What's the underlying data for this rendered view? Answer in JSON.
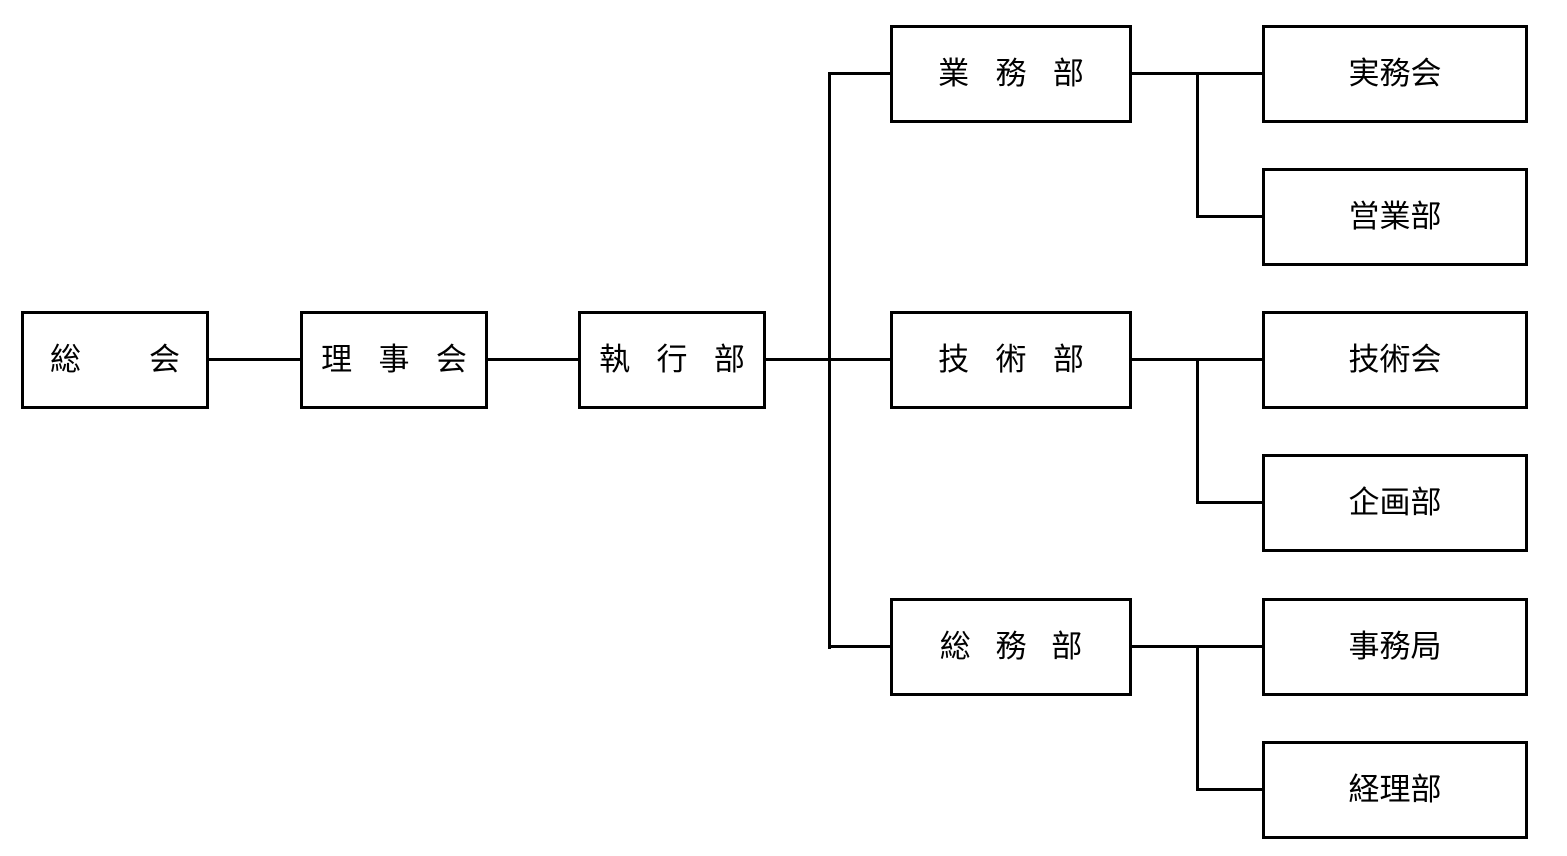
{
  "org": {
    "general_assembly": {
      "left": "総",
      "right": "会"
    },
    "board": "理事会",
    "executive": "執行部",
    "departments": {
      "business": "業務部",
      "technical": "技術部",
      "general_affairs": "総務部"
    },
    "sub_units": {
      "practical_committee": "実務会",
      "sales": "営業部",
      "technical_committee": "技術会",
      "planning": "企画部",
      "secretariat": "事務局",
      "accounting": "経理部"
    }
  }
}
